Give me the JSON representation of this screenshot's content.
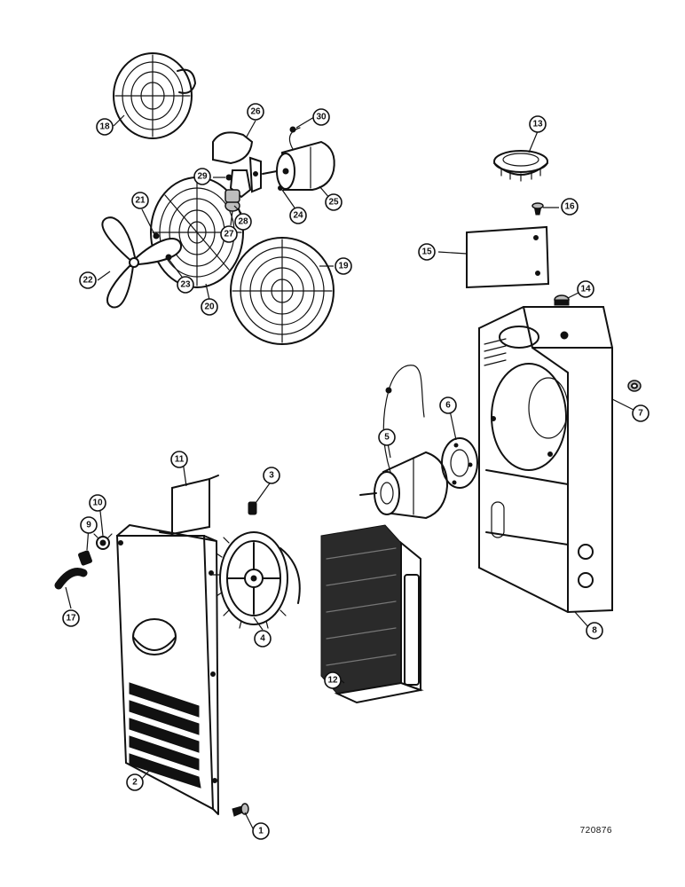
{
  "drawing_number": "720876",
  "callouts": [
    {
      "label": "1"
    },
    {
      "label": "2"
    },
    {
      "label": "3"
    },
    {
      "label": "4"
    },
    {
      "label": "5"
    },
    {
      "label": "6"
    },
    {
      "label": "7"
    },
    {
      "label": "8"
    },
    {
      "label": "9"
    },
    {
      "label": "10"
    },
    {
      "label": "11"
    },
    {
      "label": "12"
    },
    {
      "label": "13"
    },
    {
      "label": "14"
    },
    {
      "label": "15"
    },
    {
      "label": "16"
    },
    {
      "label": "17"
    },
    {
      "label": "18"
    },
    {
      "label": "19"
    },
    {
      "label": "20"
    },
    {
      "label": "21"
    },
    {
      "label": "22"
    },
    {
      "label": "23"
    },
    {
      "label": "24"
    },
    {
      "label": "25"
    },
    {
      "label": "26"
    },
    {
      "label": "27"
    },
    {
      "label": "28"
    },
    {
      "label": "29"
    },
    {
      "label": "30"
    }
  ]
}
